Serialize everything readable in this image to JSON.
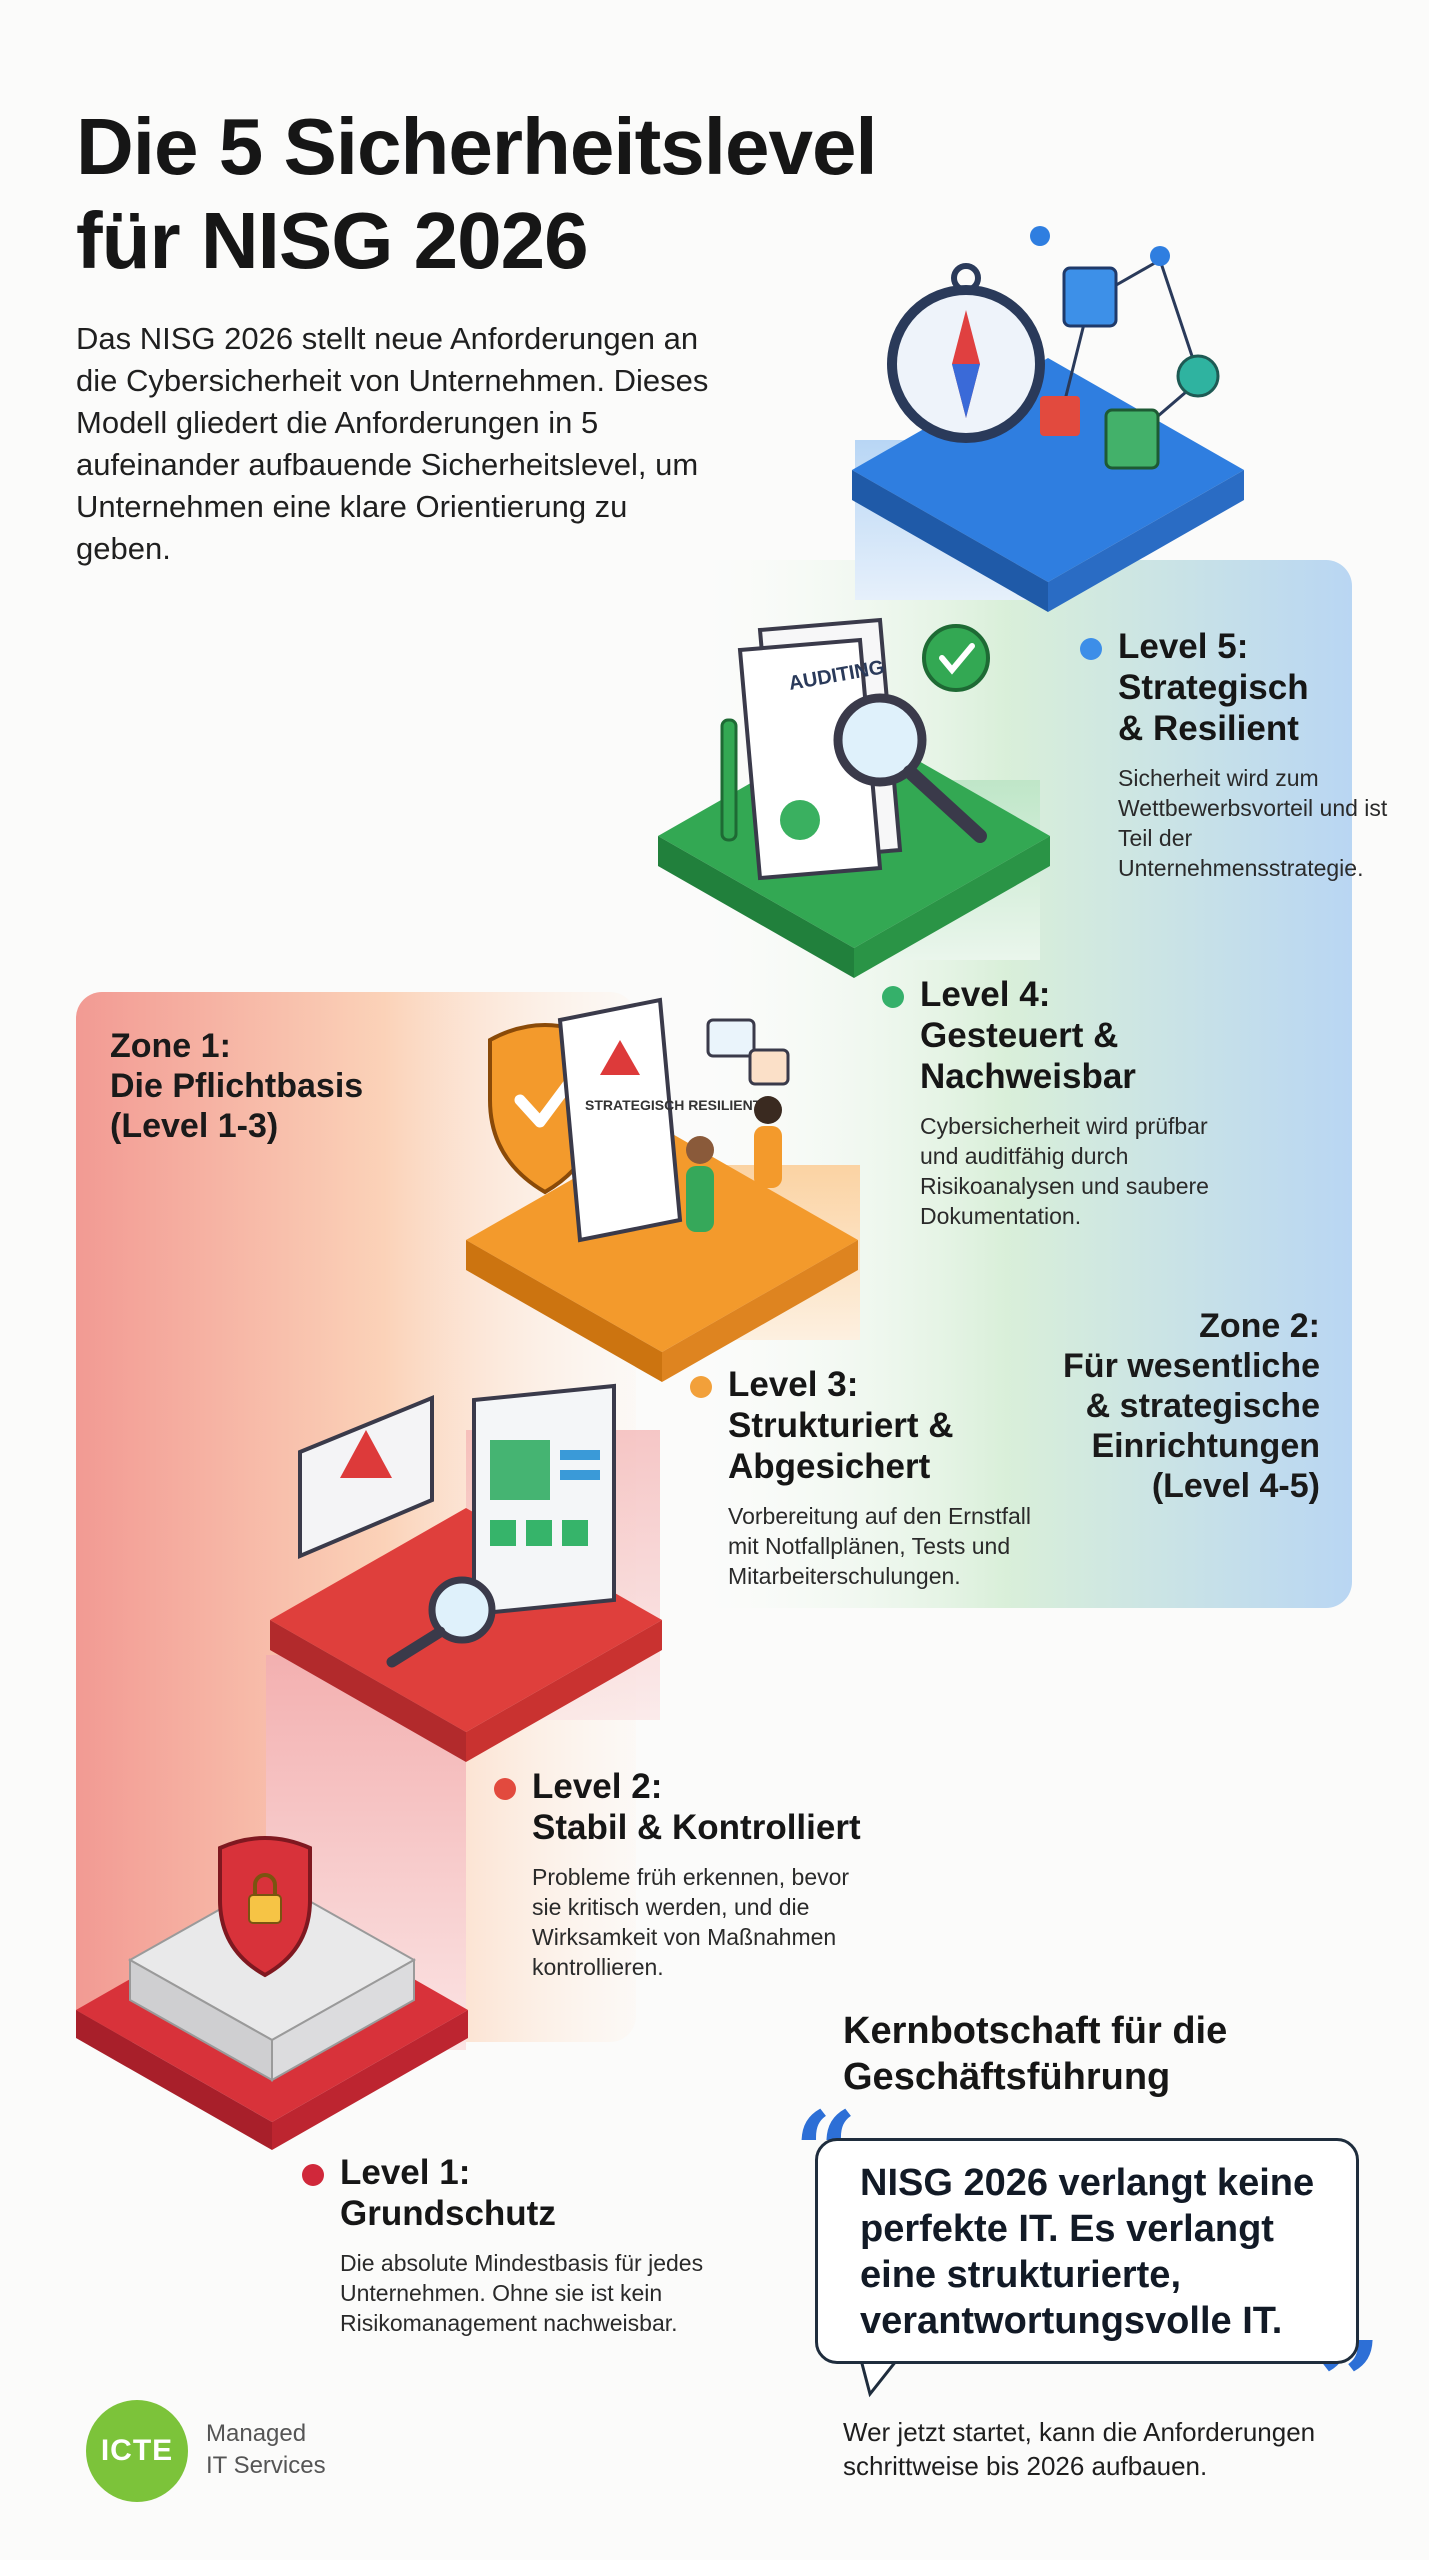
{
  "title": {
    "line1": "Die 5 Sicherheitslevel",
    "line2": "für NISG 2026"
  },
  "intro": "Das NISG 2026 stellt neue Anforderungen an die Cybersicherheit von Unternehmen. Dieses Modell gliedert die Anforderungen in 5 aufeinander aufbauende Sicherheitslevel, um Unternehmen eine klare Orientierung zu geben.",
  "zone1": {
    "line1": "Zone 1:",
    "line2": "Die Pflichtbasis",
    "line3": "(Level 1-3)"
  },
  "zone2": {
    "line1": "Zone 2:",
    "line2": "Für wesentliche",
    "line3": "& strategische",
    "line4": "Einrichtungen",
    "line5": "(Level 4-5)"
  },
  "levels": [
    {
      "line1": "Level 1:",
      "line2": "Grundschutz",
      "desc": "Die absolute Mindestbasis für jedes Unternehmen. Ohne sie ist kein Risikomanagement nachweisbar.",
      "color": "#d0283a"
    },
    {
      "line1": "Level 2:",
      "line2": "Stabil & Kontrolliert",
      "desc": "Probleme früh erkennen, bevor sie kritisch werden, und die Wirksamkeit von Maßnahmen kontrollieren.",
      "color": "#e24a3e"
    },
    {
      "line1": "Level 3:",
      "line2": "Strukturiert &",
      "line3": "Abgesichert",
      "desc": "Vorbereitung auf den Ernstfall mit Notfallplänen, Tests und Mitarbeiterschulungen.",
      "color": "#f2a03a"
    },
    {
      "line1": "Level 4:",
      "line2": "Gesteuert &",
      "line3": "Nachweisbar",
      "desc": "Cybersicherheit wird prüfbar und auditfähig durch Risikoanalysen und saubere Dokumentation.",
      "color": "#35b06a"
    },
    {
      "line1": "Level 5:",
      "line2": "Strategisch",
      "line3": "& Resilient",
      "desc": "Sicherheit wird zum Wettbewerbsvorteil und ist Teil der Unternehmensstrategie.",
      "color": "#3d8ee8"
    }
  ],
  "illustration_labels": {
    "auditing": "AUDITING",
    "doc": "STRATEGISCH RESILIENT"
  },
  "core_message": {
    "title_line1": "Kernbotschaft für die",
    "title_line2": "Geschäftsführung",
    "quote_line1": "NISG 2026 verlangt keine",
    "quote_line2": "perfekte IT. Es verlangt",
    "quote_line3": "eine strukturierte,",
    "quote_line4": "verantwortungsvolle IT.",
    "footer_line1": "Wer jetzt startet, kann die Anforderungen",
    "footer_line2": "schrittweise bis 2026 aufbauen."
  },
  "logo": {
    "mark": "ICTE",
    "line1": "Managed",
    "line2": "IT Services"
  }
}
